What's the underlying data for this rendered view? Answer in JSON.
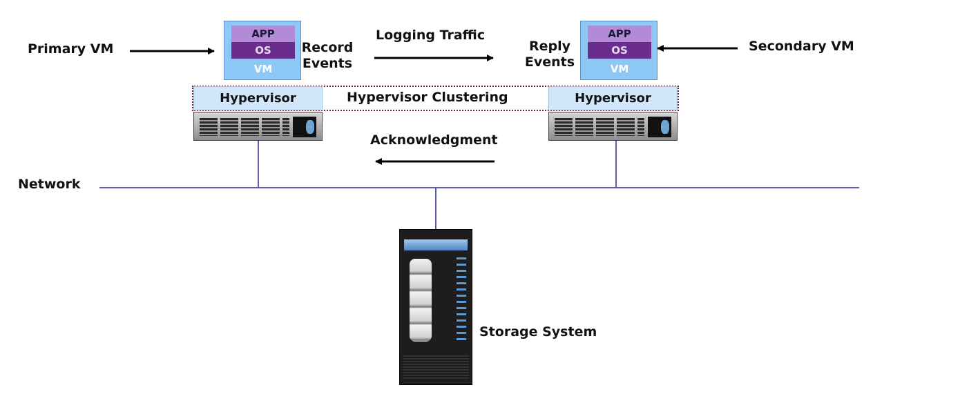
{
  "labels": {
    "primary_vm": "Primary VM",
    "secondary_vm": "Secondary VM",
    "record_events": "Record\nEvents",
    "reply_events": "Reply\nEvents",
    "logging_traffic": "Logging Traffic",
    "hypervisor_clustering": "Hypervisor Clustering",
    "acknowledgment": "Acknowledgment",
    "network": "Network",
    "storage_system": "Storage System"
  },
  "primary_stack": {
    "app": "APP",
    "os": "OS",
    "vm": "VM",
    "hypervisor": "Hypervisor"
  },
  "secondary_stack": {
    "app": "APP",
    "os": "OS",
    "vm": "VM",
    "hypervisor": "Hypervisor"
  },
  "colors": {
    "vm_bg": "#8ec8f6",
    "app_layer": "#b28ad6",
    "os_layer": "#6a2d8e",
    "hypervisor_bg": "#cfe6fb",
    "cluster_border": "#7a1a3a",
    "network_line": "#5c5cb0"
  }
}
